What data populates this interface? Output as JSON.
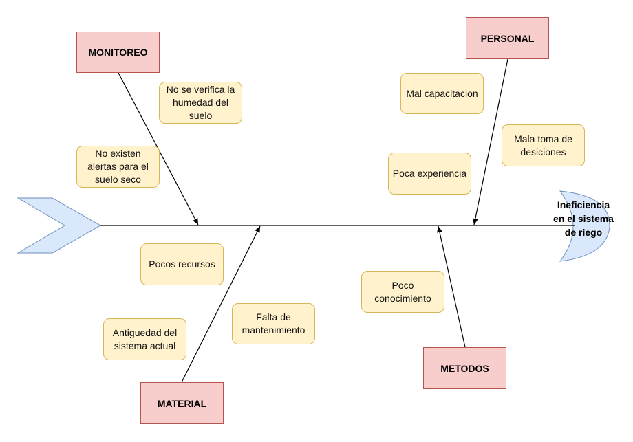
{
  "effect": {
    "label": "Ineficiencia en el sistema de riego"
  },
  "categories": {
    "monitoreo": "MONITOREO",
    "personal": "PERSONAL",
    "material": "MATERIAL",
    "metodos": "METODOS"
  },
  "causes": {
    "humedad": "No se verifica la humedad del suelo",
    "alertas": "No existen alertas para el suelo seco",
    "capacitacion": "Mal capacitacion",
    "desiciones": "Mala toma de desiciones",
    "experiencia": "Poca experiencia",
    "recursos": "Pocos recursos",
    "antiguedad": "Antiguedad del sistema actual",
    "mantenimiento": "Falta de mantenimiento",
    "conocimiento": "Poco conocimiento"
  },
  "colors": {
    "category_fill": "#f8cecc",
    "category_border": "#b85450",
    "cause_fill": "#fff2cc",
    "cause_border": "#d6b656",
    "shape_fill": "#dae8fc",
    "shape_border": "#6c8ebf"
  }
}
